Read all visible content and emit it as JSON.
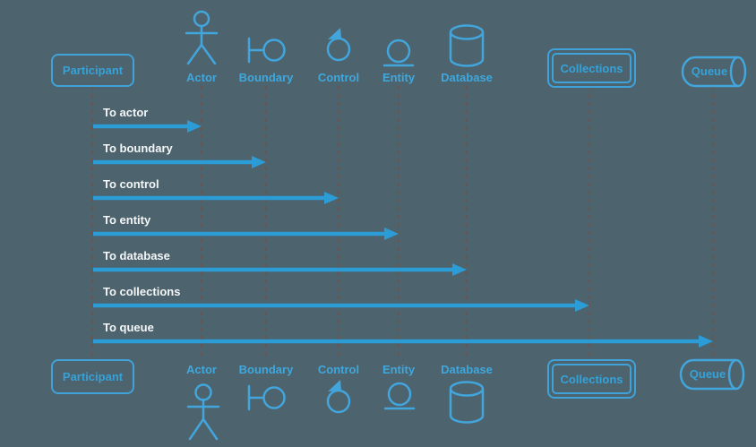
{
  "diagram": {
    "type": "uml-sequence-diagram",
    "colors": {
      "background": "#4d636e",
      "shape_stroke": "#42a5dc",
      "label_text": "#3ea8de",
      "arrow": "#2b9cd6",
      "message_text": "#f4f6f7",
      "lifeline": "#6b5550"
    }
  },
  "participants": [
    {
      "label": "Participant",
      "type": "participant",
      "icon": "rounded-box"
    },
    {
      "label": "Actor",
      "type": "actor",
      "icon": "stick-figure-icon"
    },
    {
      "label": "Boundary",
      "type": "boundary",
      "icon": "boundary-icon"
    },
    {
      "label": "Control",
      "type": "control",
      "icon": "control-icon"
    },
    {
      "label": "Entity",
      "type": "entity",
      "icon": "entity-icon"
    },
    {
      "label": "Database",
      "type": "database",
      "icon": "database-cylinder-icon"
    },
    {
      "label": "Collections",
      "type": "collections",
      "icon": "stacked-box"
    },
    {
      "label": "Queue",
      "type": "queue",
      "icon": "horizontal-cylinder"
    }
  ],
  "messages": [
    {
      "label": "To actor",
      "from": "Participant",
      "to": "Actor"
    },
    {
      "label": "To boundary",
      "from": "Participant",
      "to": "Boundary"
    },
    {
      "label": "To control",
      "from": "Participant",
      "to": "Control"
    },
    {
      "label": "To entity",
      "from": "Participant",
      "to": "Entity"
    },
    {
      "label": "To database",
      "from": "Participant",
      "to": "Database"
    },
    {
      "label": "To collections",
      "from": "Participant",
      "to": "Collections"
    },
    {
      "label": "To queue",
      "from": "Participant",
      "to": "Queue"
    }
  ]
}
